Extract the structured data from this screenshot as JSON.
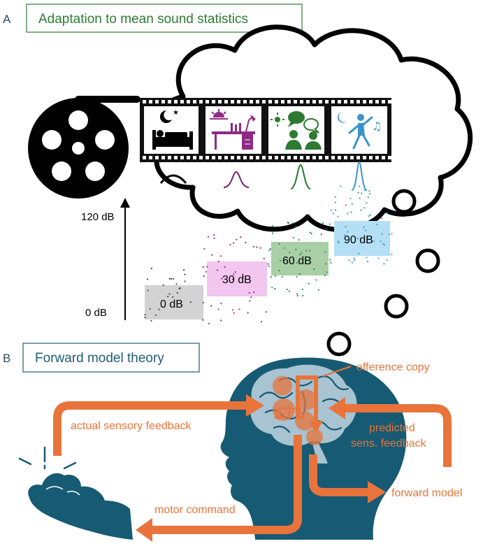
{
  "panel_a": {
    "letter": "A",
    "title": "Adaptation to mean sound statistics",
    "axis": {
      "top_label": "120 dB",
      "bottom_label": "0 dB"
    },
    "levels": [
      {
        "label": "0 dB",
        "color": "#d3d3d3",
        "dot_color": "#444444",
        "curve_color": "#000000"
      },
      {
        "label": "30 dB",
        "color": "#f2c6ee",
        "dot_color": "#8e2a86",
        "curve_color": "#7b2070"
      },
      {
        "label": "60 dB",
        "color": "#a9cfa6",
        "dot_color": "#2a8a5a",
        "curve_color": "#1f7a2a"
      },
      {
        "label": "90 dB",
        "color": "#b5dff5",
        "dot_color": "#3a9ccc",
        "curve_color": "#3a94cc"
      }
    ],
    "scenes": [
      "sleeping-in-bed",
      "working-at-desk",
      "people-talking",
      "dancing-to-music"
    ]
  },
  "panel_b": {
    "letter": "B",
    "title": "Forward model theory",
    "labels": {
      "efference_copy": "efference copy",
      "actual_feedback": "actual sensory feedback",
      "predicted_line1": "predicted",
      "predicted_line2": "sens. feedback",
      "motor_command": "motor command",
      "forward_model": "forward model"
    },
    "colors": {
      "arrow": "#e8743b",
      "head": "#175a73",
      "brain": "#a8c3d2",
      "hand": "#175a73"
    }
  }
}
